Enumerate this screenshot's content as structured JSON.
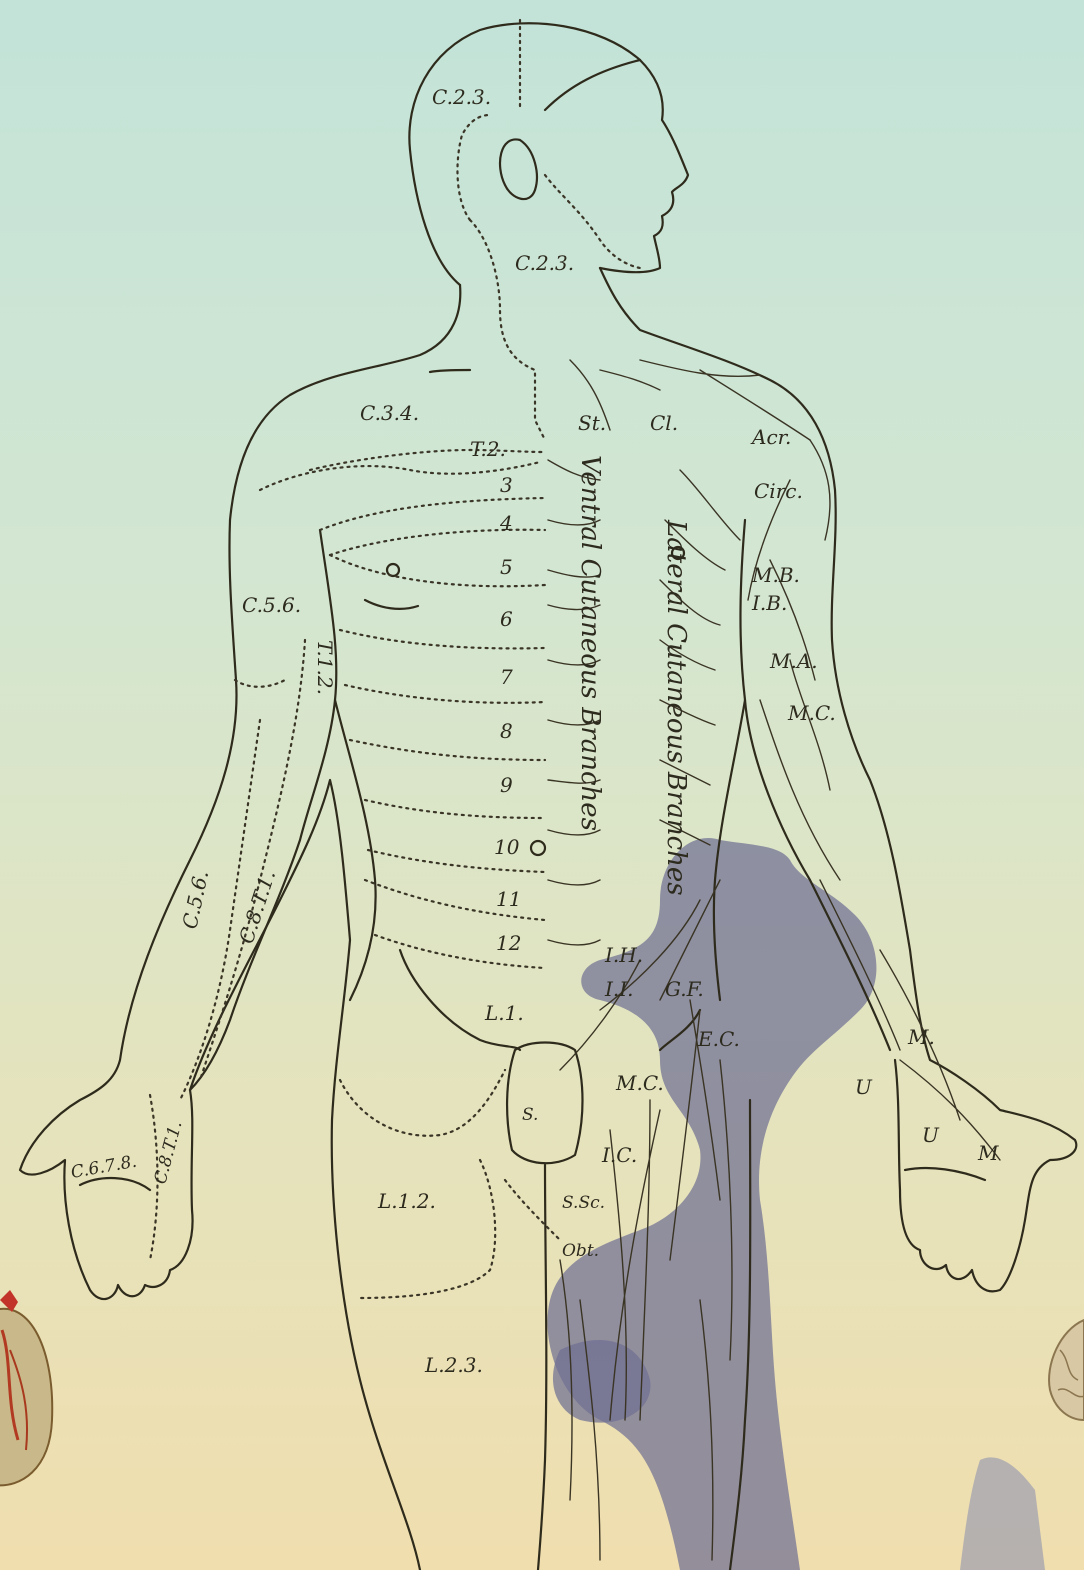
{
  "labels": {
    "head_top": "C.2.3.",
    "neck": "C.2.3.",
    "shoulder": "C.3.4.",
    "t2": "T.2.",
    "rib_3": "3",
    "rib_4": "4",
    "rib_5": "5",
    "rib_6": "6",
    "rib_7": "7",
    "rib_8": "8",
    "rib_9": "9",
    "rib_10": "10",
    "rib_11": "11",
    "rib_12": "12",
    "upper_arm": "C.5.6.",
    "axilla": "T.1.2.",
    "forearm_radial": "C.5.6.",
    "forearm_ulnar": "C.8.T.1.",
    "hand_palm": "C.6.7.8.",
    "hand_ulnar": "C.8.T.1.",
    "groin": "L.1.",
    "thigh_upper": "L.1.2.",
    "thigh_lower": "L.2.3.",
    "sternal": "St.",
    "clavicular": "Cl.",
    "acromial": "Acr.",
    "circumflex": "Circ.",
    "medial_brachial": "M.B.",
    "intercostobrachial": "I.B.",
    "medial_antebrachial": "M.A.",
    "musculocutaneous": "M.C.",
    "iliohypogastric": "I.H.",
    "ilioinguinal": "I.I.",
    "genitofemoral": "G.F.",
    "external_cutaneous": "E.C.",
    "middle_cutaneous": "M.C.",
    "internal_cutaneous": "I.C.",
    "small_sciatic": "S.Sc.",
    "obturator": "Obt.",
    "scrotal": "S.",
    "median": "M.",
    "ulnar_wrist": "U",
    "ulnar_hand": "U",
    "median_hand": "M",
    "ventral_title": "Ventral Cutaneous Branches",
    "lateral_title": "Lateral Cutaneous Branches"
  }
}
